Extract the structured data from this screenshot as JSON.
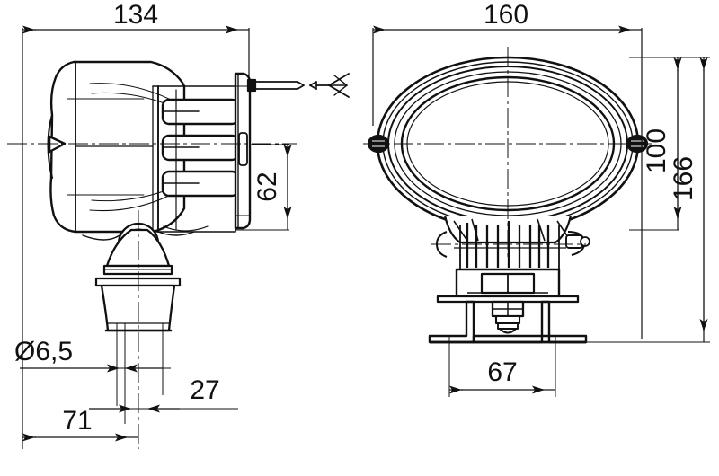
{
  "drawing": {
    "title": "Work lamp technical dimension drawing",
    "background_color": "#ffffff",
    "line_color": "#111111",
    "units": "mm",
    "views": [
      {
        "name": "side-view",
        "label": ""
      },
      {
        "name": "front-view",
        "label": ""
      }
    ]
  },
  "dimensions": {
    "side_view": {
      "overall_length": "134",
      "lamp_height_rear": "62",
      "mount_hole_diameter": "Ø6,5",
      "foot_offset": "27",
      "foot_width": "71"
    },
    "front_view": {
      "overall_width": "160",
      "lens_height": "100",
      "overall_height": "166",
      "bracket_width": "67"
    }
  },
  "labels": [
    {
      "name": "dim-134",
      "value": "134",
      "rotation": 0
    },
    {
      "name": "dim-62",
      "value": "62",
      "rotation": -90
    },
    {
      "name": "dim-diameter-6-5",
      "value": "Ø6,5",
      "rotation": 0
    },
    {
      "name": "dim-27",
      "value": "27",
      "rotation": 0
    },
    {
      "name": "dim-71",
      "value": "71",
      "rotation": 0
    },
    {
      "name": "dim-160",
      "value": "160",
      "rotation": 0
    },
    {
      "name": "dim-100",
      "value": "100",
      "rotation": -90
    },
    {
      "name": "dim-166",
      "value": "166",
      "rotation": -90
    },
    {
      "name": "dim-67",
      "value": "67",
      "rotation": 0
    }
  ]
}
